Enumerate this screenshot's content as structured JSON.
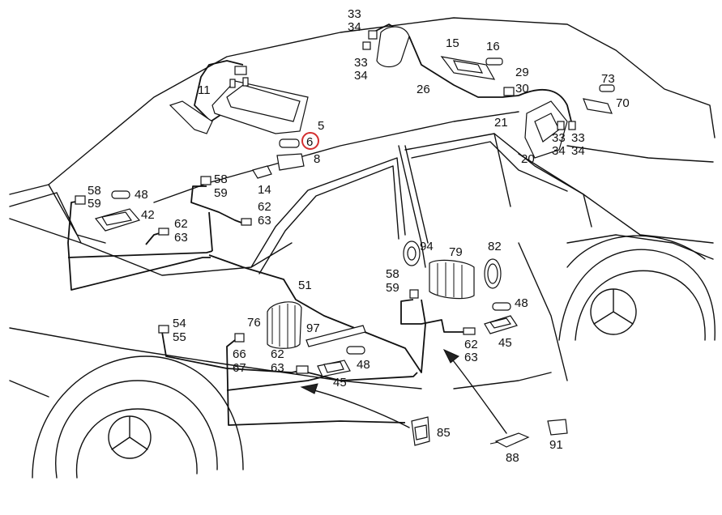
{
  "callouts": [
    {
      "id": "c33a",
      "text": "33"
    },
    {
      "id": "c34a",
      "text": "34"
    },
    {
      "id": "c33b",
      "text": "33"
    },
    {
      "id": "c34b",
      "text": "34"
    },
    {
      "id": "c15",
      "text": "15"
    },
    {
      "id": "c16",
      "text": "16"
    },
    {
      "id": "c29",
      "text": "29"
    },
    {
      "id": "c30",
      "text": "30"
    },
    {
      "id": "c73",
      "text": "73"
    },
    {
      "id": "c70",
      "text": "70"
    },
    {
      "id": "c26",
      "text": "26"
    },
    {
      "id": "c11",
      "text": "11"
    },
    {
      "id": "c5",
      "text": "5"
    },
    {
      "id": "c6",
      "text": "6"
    },
    {
      "id": "c8",
      "text": "8"
    },
    {
      "id": "c21",
      "text": "21"
    },
    {
      "id": "c20",
      "text": "20"
    },
    {
      "id": "c33c",
      "text": "33"
    },
    {
      "id": "c34c",
      "text": "34"
    },
    {
      "id": "c33d",
      "text": "33"
    },
    {
      "id": "c34d",
      "text": "34"
    },
    {
      "id": "c58a",
      "text": "58"
    },
    {
      "id": "c59a",
      "text": "59"
    },
    {
      "id": "c48a",
      "text": "48"
    },
    {
      "id": "c42",
      "text": "42"
    },
    {
      "id": "c58b",
      "text": "58"
    },
    {
      "id": "c59b",
      "text": "59"
    },
    {
      "id": "c14",
      "text": "14"
    },
    {
      "id": "c62a",
      "text": "62"
    },
    {
      "id": "c63a",
      "text": "63"
    },
    {
      "id": "c62b",
      "text": "62"
    },
    {
      "id": "c63b",
      "text": "63"
    },
    {
      "id": "c94",
      "text": "94"
    },
    {
      "id": "c79",
      "text": "79"
    },
    {
      "id": "c82",
      "text": "82"
    },
    {
      "id": "c58c",
      "text": "58"
    },
    {
      "id": "c59c",
      "text": "59"
    },
    {
      "id": "c51",
      "text": "51"
    },
    {
      "id": "c48b",
      "text": "48"
    },
    {
      "id": "c54",
      "text": "54"
    },
    {
      "id": "c55",
      "text": "55"
    },
    {
      "id": "c76",
      "text": "76"
    },
    {
      "id": "c97",
      "text": "97"
    },
    {
      "id": "c62c",
      "text": "62"
    },
    {
      "id": "c63c",
      "text": "63"
    },
    {
      "id": "c45a",
      "text": "45"
    },
    {
      "id": "c66",
      "text": "66"
    },
    {
      "id": "c67",
      "text": "67"
    },
    {
      "id": "c62d",
      "text": "62"
    },
    {
      "id": "c63d",
      "text": "63"
    },
    {
      "id": "c48c",
      "text": "48"
    },
    {
      "id": "c45b",
      "text": "45"
    },
    {
      "id": "c85",
      "text": "85"
    },
    {
      "id": "c91",
      "text": "91"
    },
    {
      "id": "c88",
      "text": "88"
    }
  ],
  "highlighted_callout": "6",
  "colors": {
    "line": "#111111",
    "highlight": "#d32f2f",
    "background": "#ffffff"
  }
}
